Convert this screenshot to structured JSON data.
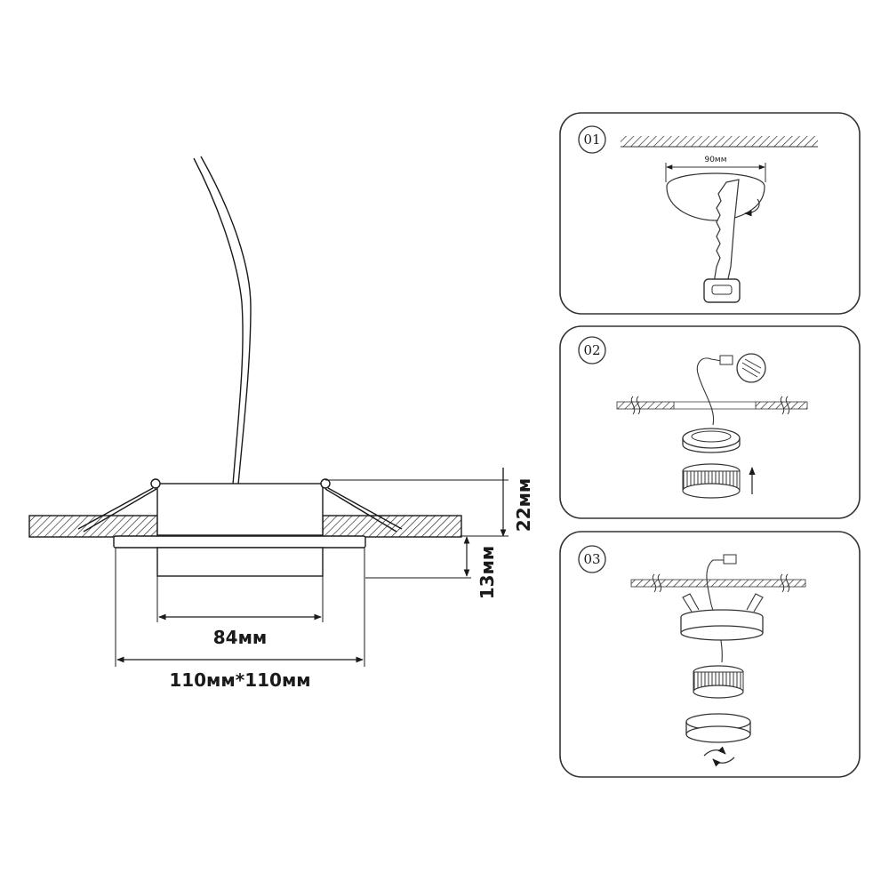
{
  "dimensions": {
    "width_label": "84мм",
    "outer_label": "110мм*110мм",
    "height_label": "22мм",
    "depth_label": "13мм"
  },
  "steps": [
    {
      "number": "01",
      "cut_label": "90мм"
    },
    {
      "number": "02"
    },
    {
      "number": "03"
    }
  ],
  "colors": {
    "line": "#1a1a1a",
    "panel_border": "#333333",
    "background": "#ffffff"
  }
}
